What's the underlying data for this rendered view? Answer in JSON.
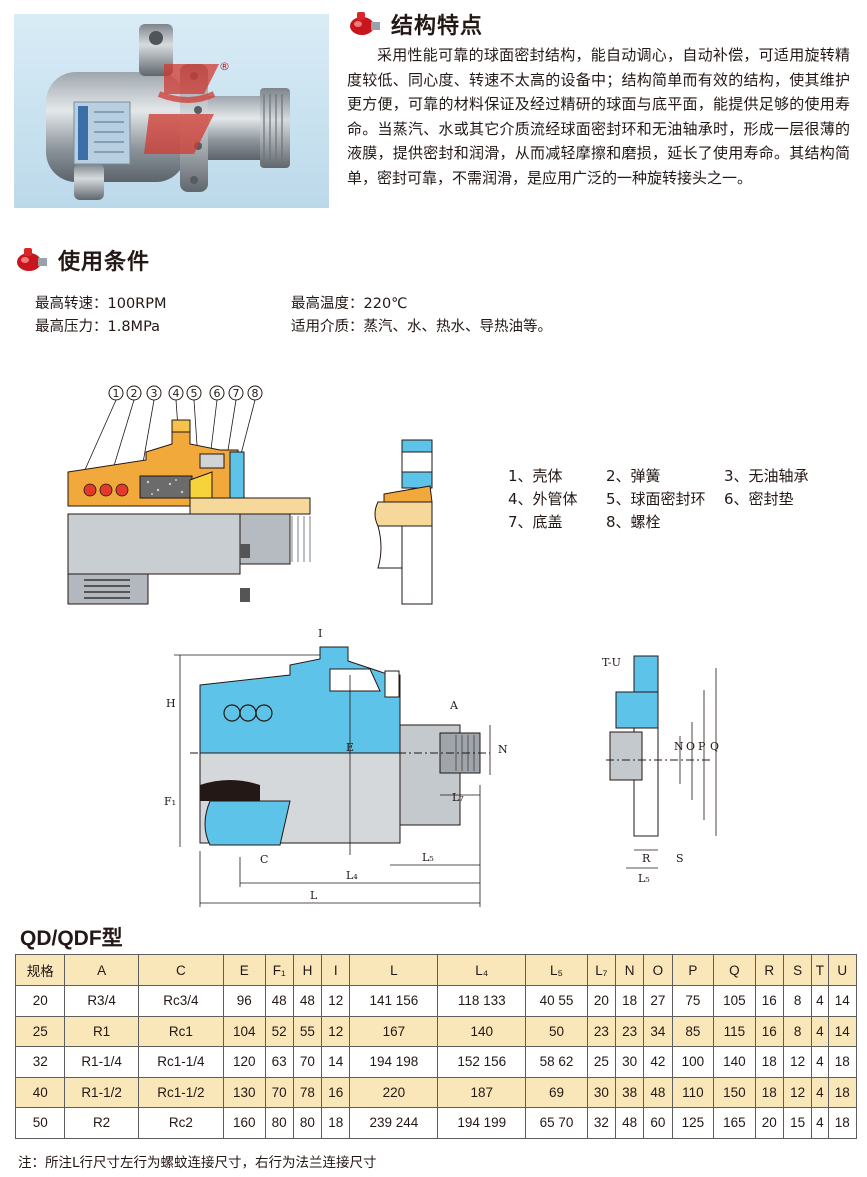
{
  "section1": {
    "title": "结构特点",
    "paragraph": "采用性能可靠的球面密封结构，能自动调心，自动补偿，可适用旋转精度较低、同心度、转速不太高的设备中；结构简单而有效的结构，使其维护更方便，可靠的材料保证及经过精研的球面与底平面，能提供足够的使用寿命。当蒸汽、水或其它介质流经球面密封环和无油轴承时，形成一层很薄的液膜，提供密封和润滑，从而减轻摩擦和磨损，延长了使用寿命。其结构简单，密封可靠，不需润滑，是应用广泛的一种旋转接头之一。"
  },
  "section2": {
    "title": "使用条件",
    "max_speed": "最高转速：100RPM",
    "max_temp": "最高温度：220℃",
    "max_pressure": "最高压力：1.8MPa",
    "media": "适用介质：蒸汽、水、热水、导热油等。"
  },
  "photo_label": "®",
  "parts_numbers": [
    "1",
    "2",
    "3",
    "4",
    "5",
    "6",
    "7",
    "8"
  ],
  "legend": [
    [
      "1、壳体",
      "2、弹簧",
      "3、无油轴承"
    ],
    [
      "4、外管体",
      "5、球面密封环",
      "6、密封垫"
    ],
    [
      "7、底盖",
      "8、螺栓"
    ]
  ],
  "dimension_labels": {
    "I": "I",
    "H": "H",
    "F1": "F₁",
    "E": "E",
    "A": "A",
    "N": "N",
    "L7": "L₇",
    "C": "C",
    "L5": "L₅",
    "L4": "L₄",
    "L": "L",
    "TU": "T-U",
    "O": "O",
    "P": "P",
    "Q": "Q",
    "R": "R",
    "S": "S"
  },
  "model_title": "QD/QDF型",
  "table": {
    "headers": [
      "规格",
      "A",
      "C",
      "E",
      "F₁",
      "H",
      "I",
      "L",
      "L₄",
      "L₅",
      "L₇",
      "N",
      "O",
      "P",
      "Q",
      "R",
      "S",
      "T",
      "U"
    ],
    "rows": [
      [
        "20",
        "R3/4",
        "Rc3/4",
        "96",
        "48",
        "48",
        "12",
        "141 156",
        "118 133",
        "40 55",
        "20",
        "18",
        "27",
        "75",
        "105",
        "16",
        "8",
        "4",
        "14"
      ],
      [
        "25",
        "R1",
        "Rc1",
        "104",
        "52",
        "55",
        "12",
        "167",
        "140",
        "50",
        "23",
        "23",
        "34",
        "85",
        "115",
        "16",
        "8",
        "4",
        "14"
      ],
      [
        "32",
        "R1-1/4",
        "Rc1-1/4",
        "120",
        "63",
        "70",
        "14",
        "194 198",
        "152 156",
        "58 62",
        "25",
        "30",
        "42",
        "100",
        "140",
        "18",
        "12",
        "4",
        "18"
      ],
      [
        "40",
        "R1-1/2",
        "Rc1-1/2",
        "130",
        "70",
        "78",
        "16",
        "220",
        "187",
        "69",
        "30",
        "38",
        "48",
        "110",
        "150",
        "18",
        "12",
        "4",
        "18"
      ],
      [
        "50",
        "R2",
        "Rc2",
        "160",
        "80",
        "80",
        "18",
        "239 244",
        "194 199",
        "65 70",
        "32",
        "48",
        "60",
        "125",
        "165",
        "20",
        "15",
        "4",
        "18"
      ]
    ]
  },
  "note": "注：所注L行尺寸左行为螺蚊连接尺寸，右行为法兰连接尺寸",
  "colors": {
    "accent_red": "#c8161d",
    "cyan_part": "#5ec3e8",
    "orange_part": "#f0a93a",
    "table_alt": "#f9e7b9"
  }
}
